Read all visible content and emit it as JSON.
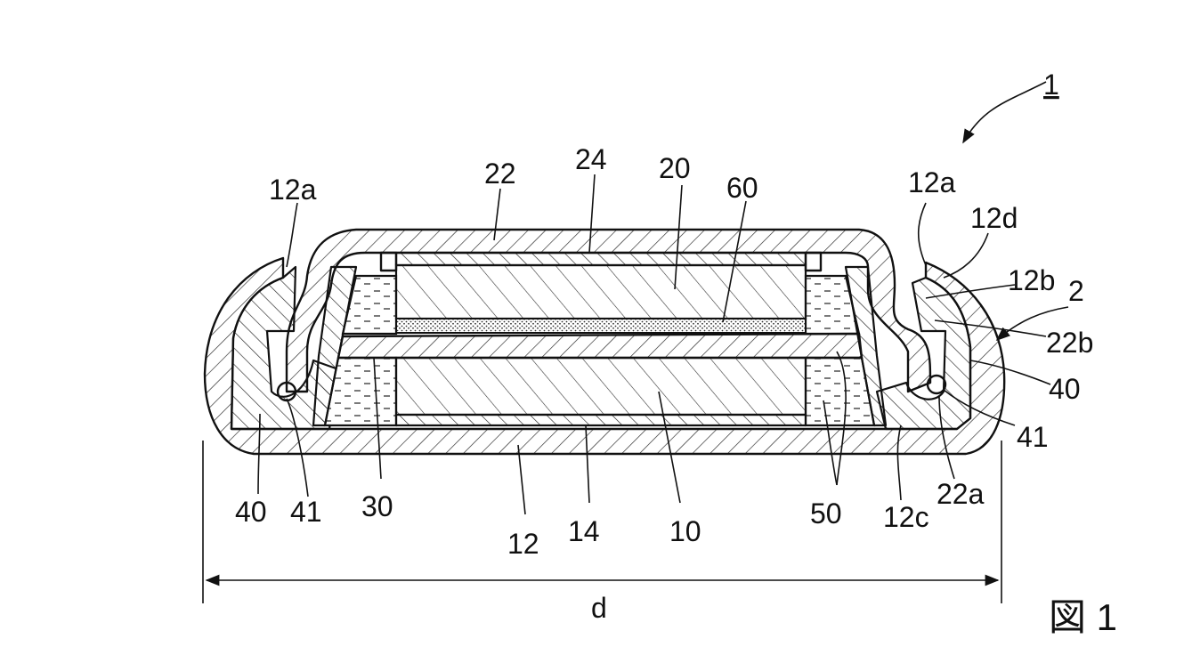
{
  "figure": {
    "figure_label": "図 1",
    "labels": {
      "assembly": "1",
      "cell": "2",
      "negative_active": "10",
      "can": "12",
      "groove_left": "12a",
      "groove_right": "12a",
      "inner_face": "12b",
      "bottom_corner": "12c",
      "outer_face": "12d",
      "negative_collector": "14",
      "positive_active": "20",
      "cap": "22",
      "cap_edge": "22a",
      "cap_bend": "22b",
      "positive_collector": "24",
      "separator": "30",
      "gasket_left": "40",
      "gasket_right": "40",
      "recess_left": "41",
      "recess_right": "41",
      "electrolyte": "50",
      "film": "60",
      "diameter": "d"
    }
  }
}
